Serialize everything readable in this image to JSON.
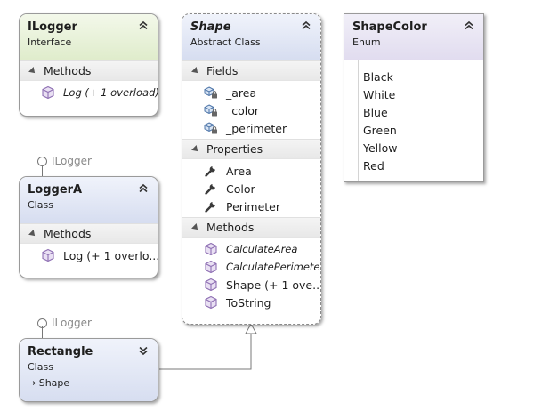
{
  "ilogger": {
    "title": "ILogger",
    "kind": "Interface",
    "section": "Methods",
    "members": [
      "Log (+ 1 overload)"
    ]
  },
  "shape": {
    "title": "Shape",
    "kind": "Abstract Class",
    "fields_label": "Fields",
    "fields": [
      "_area",
      "_color",
      "_perimeter"
    ],
    "properties_label": "Properties",
    "properties": [
      "Area",
      "Color",
      "Perimeter"
    ],
    "methods_label": "Methods",
    "methods": [
      "CalculateArea",
      "CalculatePerimeter",
      "Shape (+ 1 ove...",
      "ToString"
    ]
  },
  "shapecolor": {
    "title": "ShapeColor",
    "kind": "Enum",
    "values": [
      "Black",
      "White",
      "Blue",
      "Green",
      "Yellow",
      "Red"
    ]
  },
  "loggera": {
    "interface_label": "ILogger",
    "title": "LoggerA",
    "kind": "Class",
    "section": "Methods",
    "members": [
      "Log (+ 1 overlo..."
    ]
  },
  "rectangle": {
    "interface_label": "ILogger",
    "title": "Rectangle",
    "kind": "Class",
    "base": "Shape"
  },
  "colors": {
    "interface_header": "#dfeccb",
    "class_header": "#d6ddf0",
    "enum_header": "#e1dcef",
    "method_icon": "#8e6fb3",
    "field_icon": "#4c74a8"
  }
}
